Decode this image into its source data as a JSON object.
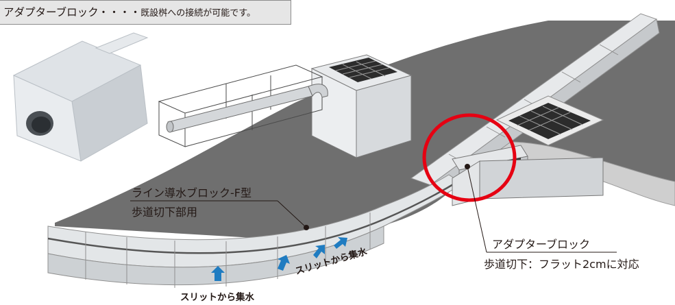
{
  "caption": {
    "main": "アダプターブロック・・・・",
    "note": "既設桝への接続が可能です。"
  },
  "labels": {
    "line_block_name": "ライン導水ブロック-F型",
    "line_block_use": "歩道切下部用",
    "adapter_name": "アダプターブロック",
    "adapter_note": "歩道切下：フラット2cmに対応",
    "slit_bottom": "スリットから集水",
    "slit_diagonal": "スリットから集水"
  },
  "colors": {
    "road": "#6f6f6f",
    "concrete": "#dfe2e4",
    "highlight_circle": "#e60012",
    "flow_arrow": "#1f7cc1",
    "text": "#231815"
  }
}
